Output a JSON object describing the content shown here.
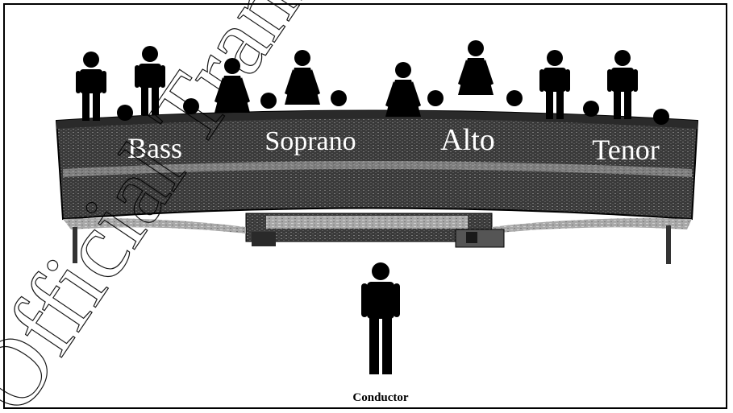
{
  "figure": {
    "section_labels": [
      "Bass",
      "Soprano",
      "Alto",
      "Tenor"
    ],
    "conductor_label": "Conductor",
    "watermark_text": "Official Translation"
  },
  "colors": {
    "ink": "#000000",
    "riser_light": "#9a9a9a",
    "riser_dark": "#2a2a2a",
    "background": "#ffffff"
  }
}
